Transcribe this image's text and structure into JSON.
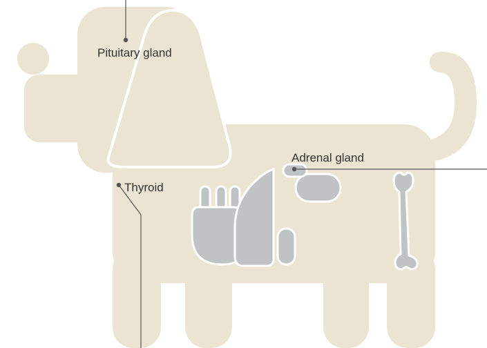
{
  "labels": {
    "pituitary": "Pituitary gland",
    "adrenal": "Adrenal gland",
    "thyroid": "Thyroid"
  },
  "colors": {
    "body": "#ece4d2",
    "organ": "#bfc3c4",
    "line": "#555555",
    "text": "#333333",
    "outline": "#ffffff"
  }
}
